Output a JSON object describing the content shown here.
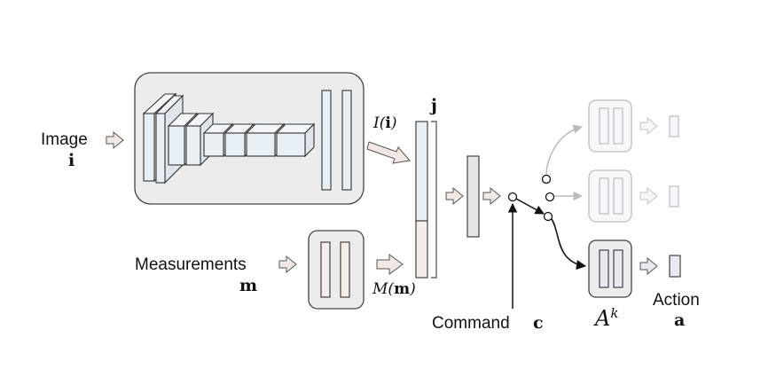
{
  "labels": {
    "image": "Image",
    "image_var": "i",
    "measurements": "Measurements",
    "measurements_var": "m",
    "image_feature_fn": "I",
    "image_feature_arg": "i",
    "measure_feature_fn": "M",
    "measure_feature_arg": "m",
    "joint_var": "j",
    "command": "Command",
    "command_var": "c",
    "branch_fn": "A",
    "branch_sup": "k",
    "action": "Action",
    "action_var": "a"
  },
  "colors": {
    "module_fill": "#ececec",
    "module_stroke": "#444444",
    "image_bar_fill": "#e8f0f6",
    "measure_bar_fill": "#f6eeea",
    "branch_bar_fill": "#ece8f2",
    "faded_opacity": "0.35",
    "arrow_fill": "#f3e9e4"
  }
}
